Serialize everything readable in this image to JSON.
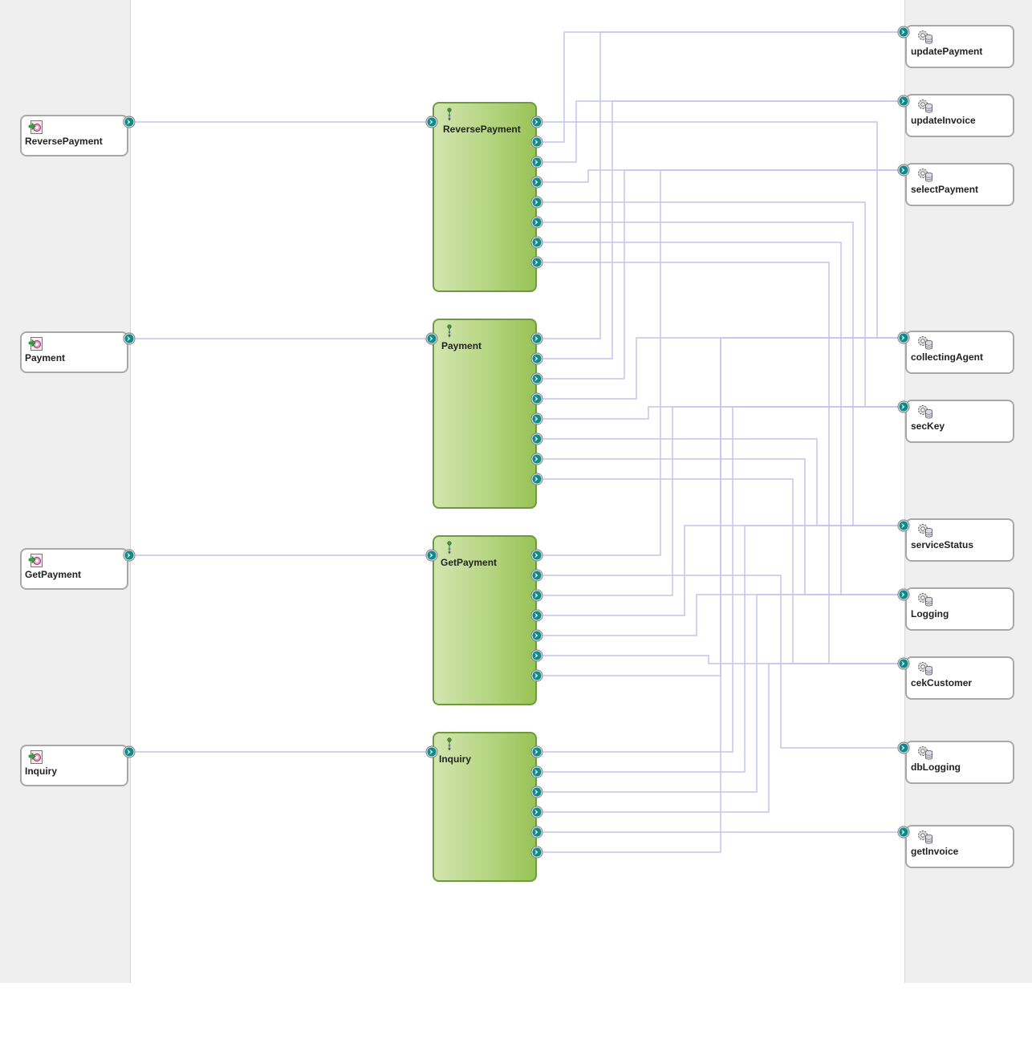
{
  "exposed_services": [
    {
      "id": "svc-reversepayment",
      "label": "ReversePayment"
    },
    {
      "id": "svc-payment",
      "label": "Payment"
    },
    {
      "id": "svc-getpayment",
      "label": "GetPayment"
    },
    {
      "id": "svc-inquiry",
      "label": "Inquiry"
    }
  ],
  "components": [
    {
      "id": "comp-reversepayment",
      "label": "ReversePayment",
      "outputs": 8
    },
    {
      "id": "comp-payment",
      "label": "Payment",
      "outputs": 8
    },
    {
      "id": "comp-getpayment",
      "label": "GetPayment",
      "outputs": 7
    },
    {
      "id": "comp-inquiry",
      "label": "Inquiry",
      "outputs": 6
    }
  ],
  "external_references": [
    {
      "id": "ref-updatepayment",
      "label": "updatePayment"
    },
    {
      "id": "ref-updateinvoice",
      "label": "updateInvoice"
    },
    {
      "id": "ref-selectpayment",
      "label": "selectPayment"
    },
    {
      "id": "ref-collectingagent",
      "label": "collectingAgent"
    },
    {
      "id": "ref-seckey",
      "label": "secKey"
    },
    {
      "id": "ref-servicestatus",
      "label": "serviceStatus"
    },
    {
      "id": "ref-logging",
      "label": "Logging"
    },
    {
      "id": "ref-cekcustomer",
      "label": "cekCustomer"
    },
    {
      "id": "ref-dblogging",
      "label": "dbLogging"
    },
    {
      "id": "ref-getinvoice",
      "label": "getInvoice"
    }
  ],
  "colors": {
    "wire": "#c4c4ee",
    "component_border": "#6e9a3e",
    "pin": "#138a8a",
    "lane": "#efefef"
  },
  "icons": {
    "service": "service-binding-icon",
    "component": "mediator-icon",
    "reference": "database-adapter-gear-icon",
    "pin": "chevron-right-icon"
  }
}
